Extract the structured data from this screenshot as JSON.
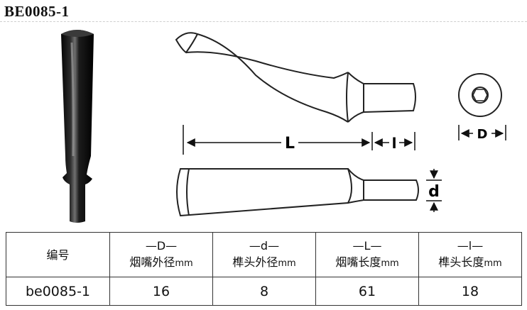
{
  "title": "BE0085-1",
  "dims": {
    "L": "L",
    "l": "l",
    "D": "D",
    "d": "d"
  },
  "table": {
    "headers": [
      {
        "top": "",
        "main": "编号",
        "unit": ""
      },
      {
        "top": "—D—",
        "main": "烟嘴外径",
        "unit": "mm"
      },
      {
        "top": "—d—",
        "main": "榫头外径",
        "unit": "mm"
      },
      {
        "top": "—L—",
        "main": "烟嘴长度",
        "unit": "mm"
      },
      {
        "top": "—l—",
        "main": "榫头长度",
        "unit": "mm"
      }
    ],
    "rows": [
      [
        "be0085-1",
        "16",
        "8",
        "61",
        "18"
      ]
    ]
  }
}
